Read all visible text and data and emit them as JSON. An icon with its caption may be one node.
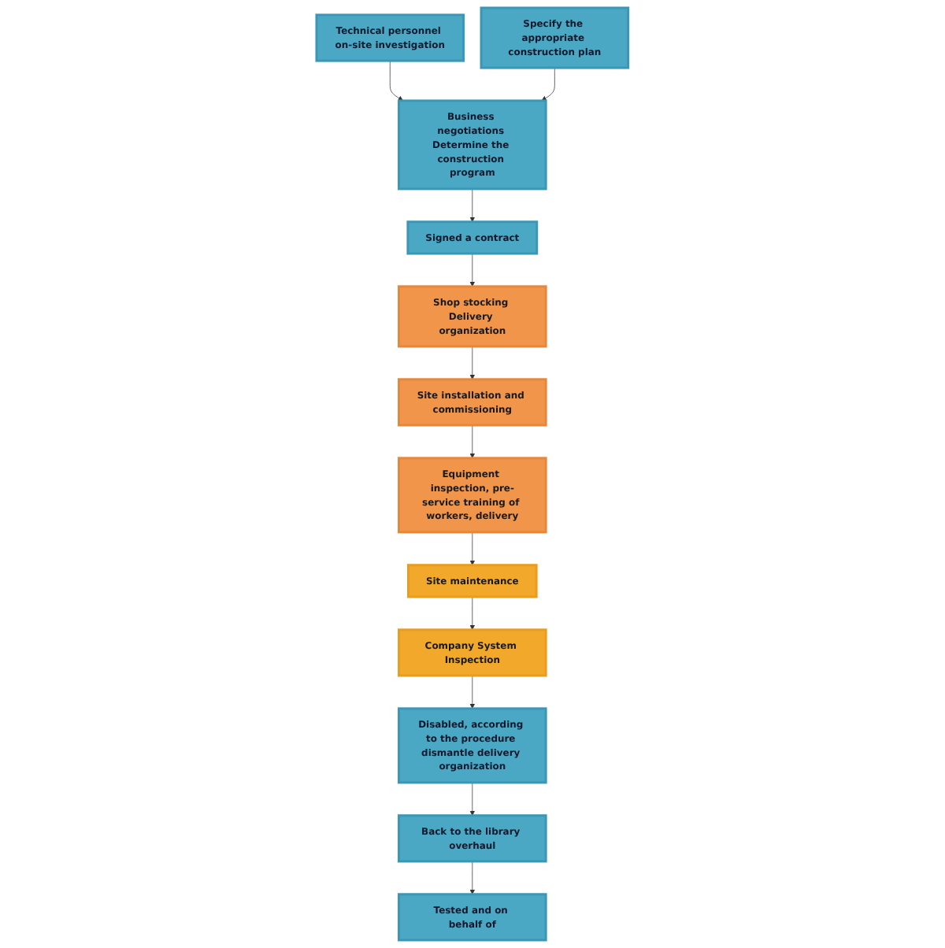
{
  "diagram": {
    "nodes": [
      {
        "text": [
          "Technical personnel on-site investigation"
        ]
      },
      {
        "text": [
          "Specify the appropriate construction plan"
        ]
      },
      {
        "text": [
          "Business negotiations Determine the construction program"
        ]
      },
      {
        "text": [
          "Signed a contract"
        ]
      },
      {
        "text": [
          "Shop stocking Delivery organization"
        ]
      },
      {
        "text": [
          "Site installation and commissioning"
        ]
      },
      {
        "text": [
          "Equipment inspection, pre-service training of workers, delivery"
        ]
      },
      {
        "text": [
          "Site maintenance"
        ]
      },
      {
        "text": [
          "Company System Inspection"
        ]
      },
      {
        "text": [
          "Disabled, according to the procedure dismantle delivery organization"
        ]
      },
      {
        "text": [
          "Back to the library overhaul"
        ]
      },
      {
        "text": [
          "Tested and on behalf of"
        ]
      }
    ],
    "edges": [
      {
        "from": 0,
        "to": 2,
        "arrow": "to"
      },
      {
        "from": 1,
        "to": 2,
        "arrow": "to"
      },
      {
        "from": 2,
        "to": 3,
        "arrow": "to"
      },
      {
        "from": 3,
        "to": 4,
        "arrow": "to"
      },
      {
        "from": 4,
        "to": 5,
        "arrow": "to"
      },
      {
        "from": 5,
        "to": 6,
        "arrow": "to"
      },
      {
        "from": 6,
        "to": 7,
        "arrow": "to"
      },
      {
        "from": 7,
        "to": 8,
        "arrow": "to"
      },
      {
        "from": 8,
        "to": 9,
        "arrow": "to"
      },
      {
        "from": 9,
        "to": 10,
        "arrow": "to"
      },
      {
        "from": 10,
        "to": 11,
        "arrow": "to"
      }
    ]
  }
}
